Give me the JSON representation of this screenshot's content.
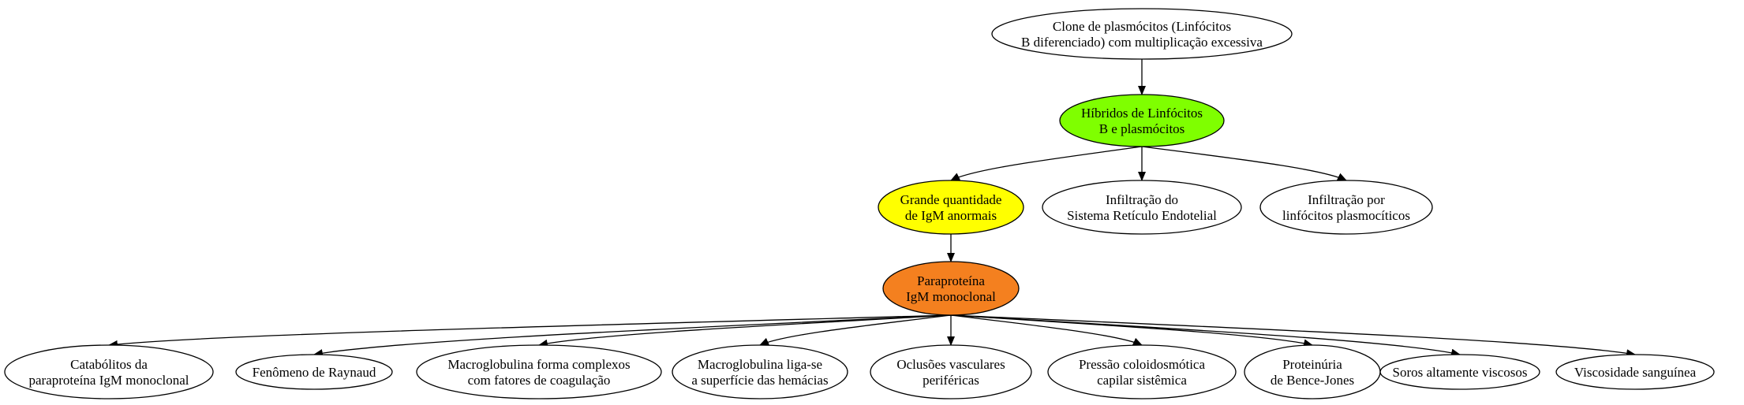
{
  "diagram": {
    "nodes": [
      {
        "id": "clone",
        "lines": [
          "Clone de plasmócitos (Linfócitos",
          "B diferenciado) com multiplicação excessiva"
        ],
        "fill": "#ffffff"
      },
      {
        "id": "hibridos",
        "lines": [
          "Híbridos de Linfócitos",
          "B e plasmócitos"
        ],
        "fill": "#7fff00"
      },
      {
        "id": "grande",
        "lines": [
          "Grande quantidade",
          "de IgM anormais"
        ],
        "fill": "#ffff00"
      },
      {
        "id": "infil-ret",
        "lines": [
          "Infiltração do",
          "Sistema Retículo Endotelial"
        ],
        "fill": "#ffffff"
      },
      {
        "id": "infil-linf",
        "lines": [
          "Infiltração por",
          "linfócitos plasmocíticos"
        ],
        "fill": "#ffffff"
      },
      {
        "id": "paraproteina",
        "lines": [
          "Paraproteína",
          "IgM monoclonal"
        ],
        "fill": "#f4801f"
      },
      {
        "id": "catabolitos",
        "lines": [
          "Catabólitos da",
          "paraproteína IgM monoclonal"
        ],
        "fill": "#ffffff"
      },
      {
        "id": "raynaud",
        "lines": [
          "Fenômeno de Raynaud"
        ],
        "fill": "#ffffff"
      },
      {
        "id": "macro-complexos",
        "lines": [
          "Macroglobulina forma complexos",
          "com fatores de coagulação"
        ],
        "fill": "#ffffff"
      },
      {
        "id": "macro-hemacias",
        "lines": [
          "Macroglobulina liga-se",
          "a superfície das hemácias"
        ],
        "fill": "#ffffff"
      },
      {
        "id": "oclusoes",
        "lines": [
          "Oclusões vasculares",
          "periféricas"
        ],
        "fill": "#ffffff"
      },
      {
        "id": "pressao",
        "lines": [
          "Pressão coloidosmótica",
          "capilar sistêmica"
        ],
        "fill": "#ffffff"
      },
      {
        "id": "proteinuria",
        "lines": [
          "Proteinúria",
          "de Bence-Jones"
        ],
        "fill": "#ffffff"
      },
      {
        "id": "soros",
        "lines": [
          "Soros altamente viscosos"
        ],
        "fill": "#ffffff"
      },
      {
        "id": "viscosidade",
        "lines": [
          "Viscosidade sanguínea"
        ],
        "fill": "#ffffff"
      }
    ],
    "edges": [
      {
        "from": "clone",
        "to": "hibridos"
      },
      {
        "from": "hibridos",
        "to": "grande"
      },
      {
        "from": "hibridos",
        "to": "infil-ret"
      },
      {
        "from": "hibridos",
        "to": "infil-linf"
      },
      {
        "from": "grande",
        "to": "paraproteina"
      },
      {
        "from": "paraproteina",
        "to": "catabolitos"
      },
      {
        "from": "paraproteina",
        "to": "raynaud"
      },
      {
        "from": "paraproteina",
        "to": "macro-complexos"
      },
      {
        "from": "paraproteina",
        "to": "macro-hemacias"
      },
      {
        "from": "paraproteina",
        "to": "oclusoes"
      },
      {
        "from": "paraproteina",
        "to": "pressao"
      },
      {
        "from": "paraproteina",
        "to": "proteinuria"
      },
      {
        "from": "paraproteina",
        "to": "soros"
      },
      {
        "from": "paraproteina",
        "to": "viscosidade"
      }
    ]
  }
}
